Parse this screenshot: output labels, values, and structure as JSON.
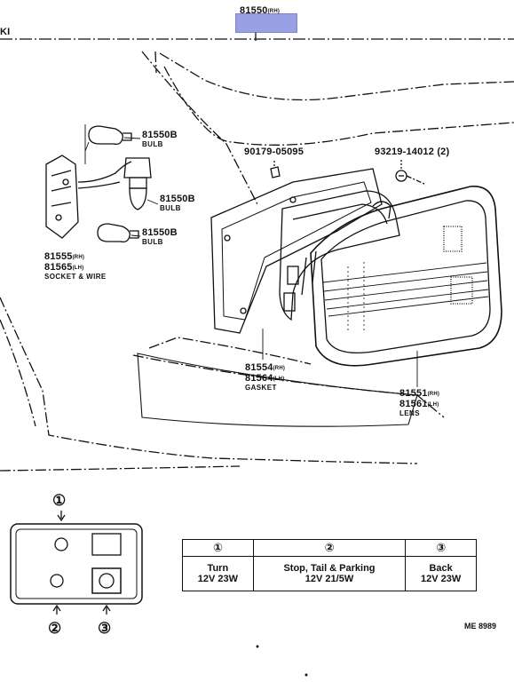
{
  "header": {
    "top_part": "81550",
    "top_part_side": "RH",
    "left_edge_text": "KI"
  },
  "labels": {
    "bulb_top": {
      "part": "81550B",
      "name": "BULB"
    },
    "bulb_mid": {
      "part": "81550B",
      "name": "BULB"
    },
    "bulb_low": {
      "part": "81550B",
      "name": "BULB"
    },
    "socket": {
      "part_rh": "81555",
      "part_lh": "81565",
      "rh": "RH",
      "lh": "LH",
      "name": "SOCKET & WIRE"
    },
    "clip": {
      "part": "90179-05095"
    },
    "screw": {
      "part": "93219-14012",
      "qty": "(2)"
    },
    "gasket": {
      "part_rh": "81554",
      "part_lh": "81564",
      "rh": "RH",
      "lh": "LH",
      "name": "GASKET"
    },
    "lens": {
      "part_rh": "81551",
      "part_lh": "81561",
      "rh": "RH",
      "lh": "LH",
      "name": "LENS"
    }
  },
  "legend": {
    "markers": [
      "①",
      "②",
      "③"
    ],
    "columns": [
      {
        "marker": "①",
        "function": "Turn",
        "spec": "12V 23W"
      },
      {
        "marker": "②",
        "function": "Stop, Tail & Parking",
        "spec": "12V 21/5W"
      },
      {
        "marker": "③",
        "function": "Back",
        "spec": "12V 23W"
      }
    ]
  },
  "code": "ME 8989",
  "colors": {
    "line": "#111111",
    "highlight": "#8f96e0",
    "background": "#ffffff"
  }
}
